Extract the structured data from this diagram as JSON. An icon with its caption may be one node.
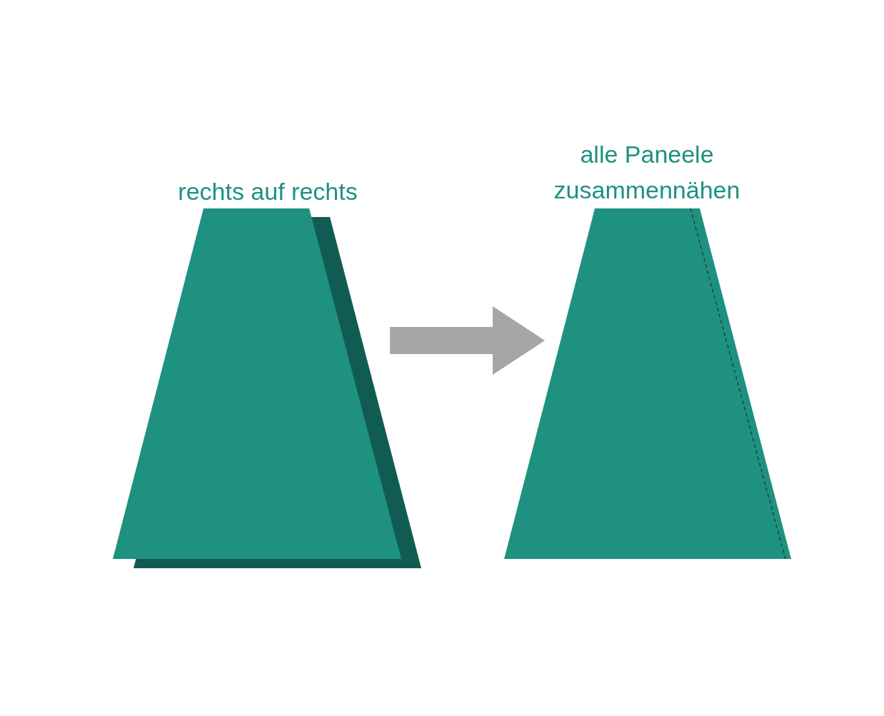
{
  "diagram": {
    "nodes": [
      {
        "text": [
          "rechts auf rechts"
        ]
      },
      {
        "text": [
          "alle Paneele zusammennähen"
        ]
      }
    ],
    "edges": [
      {
        "from": 0,
        "to": 1,
        "arrow": "to",
        "color": "#a6a6a6"
      }
    ]
  }
}
